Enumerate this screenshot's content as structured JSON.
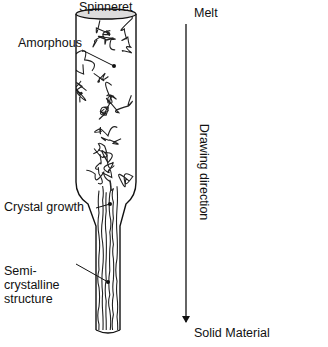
{
  "diagram": {
    "labels": [
      "Spinneret",
      "Melt",
      "Amorphous",
      "Crystal growth",
      "Semi-crystalline structure",
      "Drawing direction",
      "Solid Material"
    ]
  }
}
